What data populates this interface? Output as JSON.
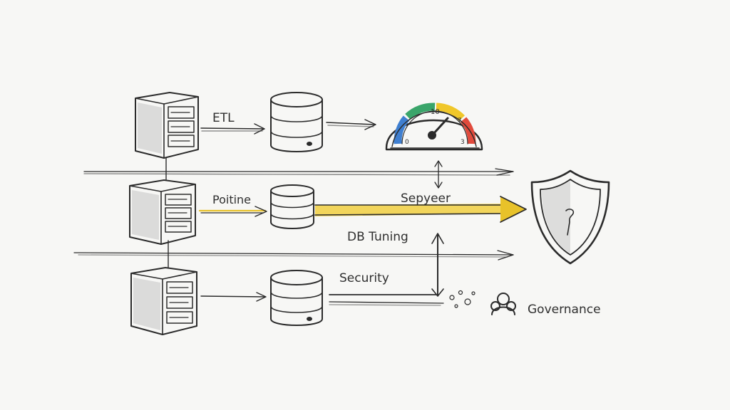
{
  "labels": {
    "etl": "ETL",
    "pipeline": "Poitine",
    "spyeer": "Sepyeer",
    "db_tuning": "DB Tuning",
    "security": "Security",
    "governance": "Governance"
  },
  "gauge": {
    "tick_top": "10",
    "tick_right": "7",
    "tick_left_bottom": "0",
    "tick_right_bottom": "3"
  },
  "colors": {
    "ink": "#2b2b2b",
    "pipeline_arrow": "#e8c22a",
    "security_arrow": "#e0604f",
    "gauge_blue": "#3f7fd0",
    "gauge_green": "#3aa56a",
    "gauge_yellow": "#f0c72a",
    "gauge_red": "#e14a3c"
  },
  "icons": {
    "servers": [
      "server-icon",
      "server-icon",
      "server-icon"
    ],
    "databases": [
      "database-icon",
      "database-icon",
      "database-icon"
    ],
    "gauge": "gauge-icon",
    "shield": "shield-icon",
    "governance": "people-icon"
  }
}
